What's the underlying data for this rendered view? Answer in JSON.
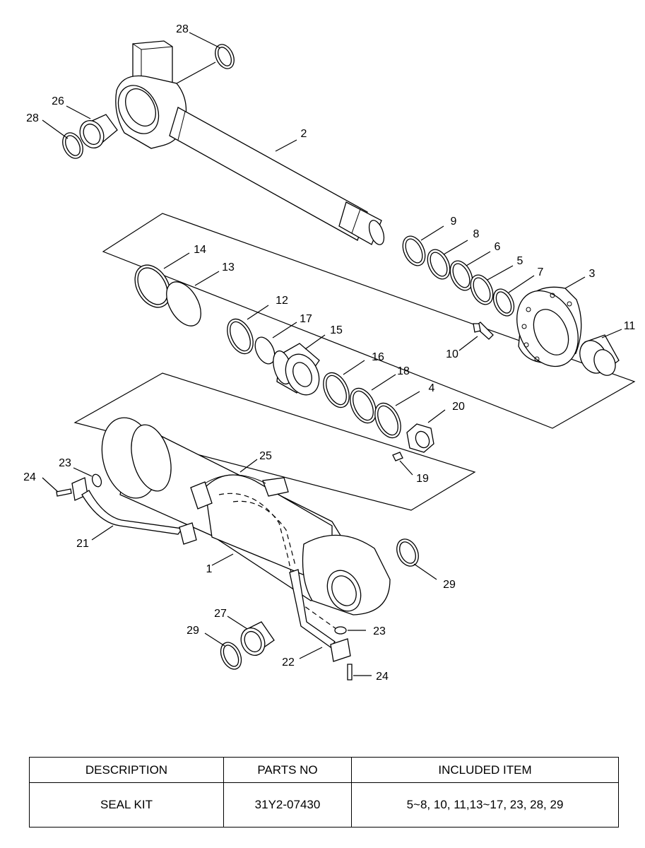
{
  "callouts": [
    "28",
    "26",
    "28",
    "2",
    "9",
    "8",
    "6",
    "5",
    "7",
    "3",
    "11",
    "10",
    "14",
    "13",
    "12",
    "17",
    "15",
    "16",
    "18",
    "4",
    "20",
    "19",
    "25",
    "23",
    "24",
    "21",
    "1",
    "29",
    "27",
    "29",
    "23",
    "22",
    "24"
  ],
  "table": {
    "headers": [
      "DESCRIPTION",
      "PARTS NO",
      "INCLUDED ITEM"
    ],
    "rows": [
      [
        "SEAL KIT",
        "31Y2-07430",
        "5~8, 10, 11,13~17, 23, 28, 29"
      ]
    ]
  }
}
